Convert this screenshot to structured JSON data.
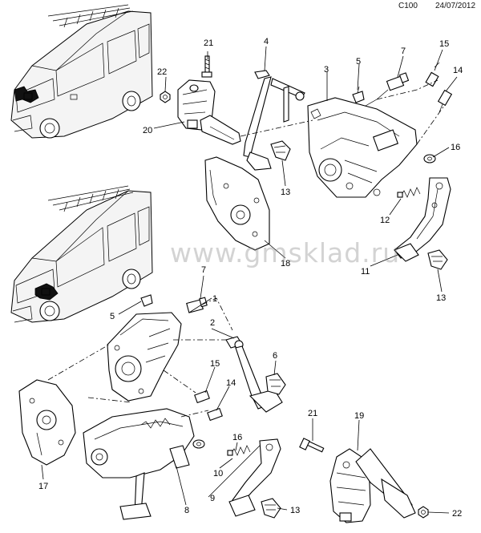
{
  "header": {
    "code": "C100",
    "date": "24/07/2012"
  },
  "watermark": "www.gmsklad.ru",
  "callouts": {
    "c21a": "21",
    "c22a": "22",
    "c20": "20",
    "c4": "4",
    "c5a": "5",
    "c7a": "7",
    "c15a": "15",
    "c3": "3",
    "c14a": "14",
    "c16": "16",
    "c13a": "13",
    "c12": "12",
    "c18": "18",
    "c11": "11",
    "c13b": "13",
    "c7b": "7",
    "c5b": "5",
    "c1": "1",
    "c2": "2",
    "c6": "6",
    "c15b": "15",
    "c14b": "14",
    "c17": "17",
    "c21b": "21",
    "c19": "19",
    "c16b": "16",
    "c10": "10",
    "c8": "8",
    "c9": "9",
    "c13c": "13",
    "c22b": "22"
  },
  "icons": [
    "van-left-hand-drive-illustration",
    "van-right-hand-drive-illustration"
  ],
  "colors": {
    "line": "#000000",
    "fill": "#ffffff",
    "watermark": "#8c8c8c"
  }
}
